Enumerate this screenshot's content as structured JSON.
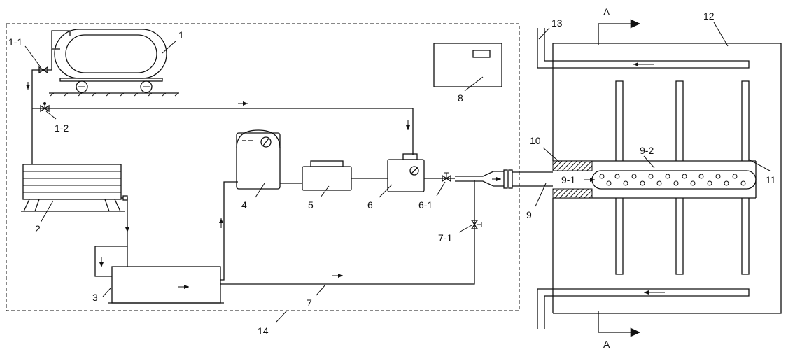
{
  "labels": {
    "l1": "1",
    "l1_1": "1-1",
    "l1_2": "1-2",
    "l2": "2",
    "l3": "3",
    "l4": "4",
    "l5": "5",
    "l6": "6",
    "l6_1": "6-1",
    "l7": "7",
    "l7_1": "7-1",
    "l8": "8",
    "l9": "9",
    "l9_1": "9-1",
    "l9_2": "9-2",
    "l10": "10",
    "l11": "11",
    "l12": "12",
    "l13": "13",
    "l14": "14",
    "section_top": "A",
    "section_bottom": "A"
  }
}
